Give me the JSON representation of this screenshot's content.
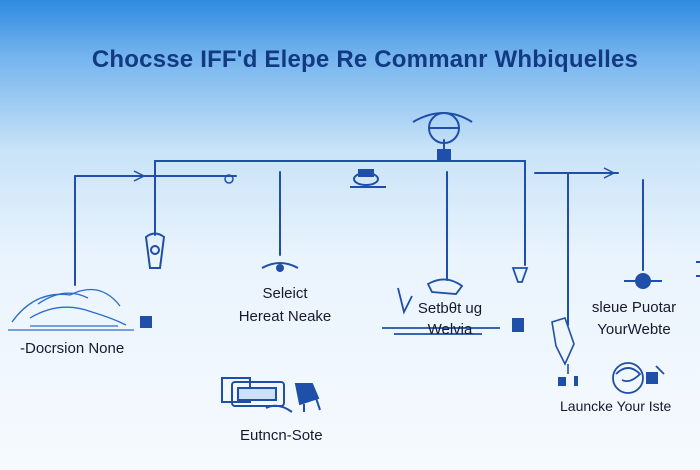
{
  "title": "Chocsse IFF'd Elepe Re Commanr Whbiquelles",
  "nodes": {
    "decision": "-Docrsion None",
    "select_line1": "Seleict",
    "select_line2": "Hereat Neake",
    "setting_line1": "Setbθt ug",
    "setting_line2": "Welvia",
    "product_line1": "sleue Puotar",
    "product_line2": "YourWebte",
    "launch": "Launcke Your Iste",
    "extension": "Eutncn-Sote"
  },
  "icons": {
    "top": "globe-target-icon",
    "hub": "rotor-hub-icon",
    "decision": "sketch-scene-icon",
    "select": "pin-marker-icon",
    "setting": "satellite-icon",
    "product": "pin-marker-icon",
    "launch": "globe-icon",
    "extension": "device-icon"
  },
  "colors": {
    "line": "#1f4fa8",
    "accent": "#2c7be0",
    "text": "#161a2e",
    "title": "#123a82"
  }
}
